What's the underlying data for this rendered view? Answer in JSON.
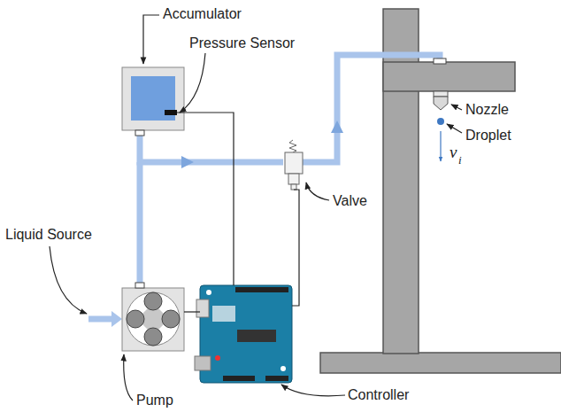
{
  "diagram": {
    "labels": [
      "Accumulator",
      "Pressure Sensor",
      "Liquid Source",
      "Pump",
      "Controller",
      "Valve",
      "Nozzle",
      "Droplet",
      "v",
      "i"
    ]
  }
}
